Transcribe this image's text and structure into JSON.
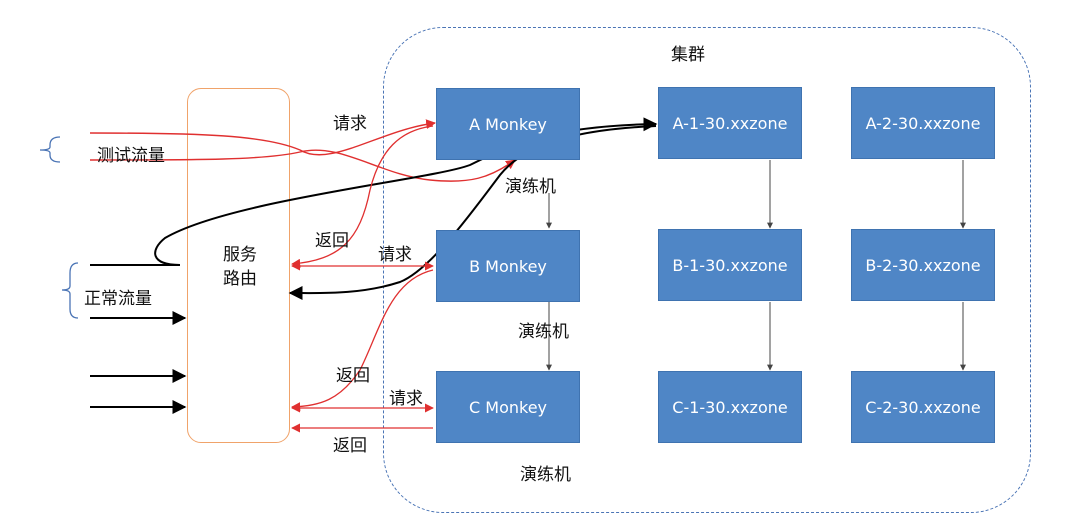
{
  "cluster": {
    "title": "集群"
  },
  "router": {
    "line1": "服务",
    "line2": "路由"
  },
  "traffic": {
    "test": "测试流量",
    "normal": "正常流量"
  },
  "monkeys": [
    {
      "label": "A Monkey"
    },
    {
      "label": "B Monkey"
    },
    {
      "label": "C Monkey"
    }
  ],
  "drill_label": "演练机",
  "zones": [
    {
      "label": "A-1-30.xxzone"
    },
    {
      "label": "A-2-30.xxzone"
    },
    {
      "label": "B-1-30.xxzone"
    },
    {
      "label": "B-2-30.xxzone"
    },
    {
      "label": "C-1-30.xxzone"
    },
    {
      "label": "C-2-30.xxzone"
    }
  ],
  "arrows": {
    "request": "请求",
    "return": "返回"
  },
  "colors": {
    "box_fill": "#4f86c6",
    "red_line": "#e03030",
    "black_line": "#000000",
    "router_border": "#f0a36a",
    "cluster_border": "#4a74b5"
  }
}
